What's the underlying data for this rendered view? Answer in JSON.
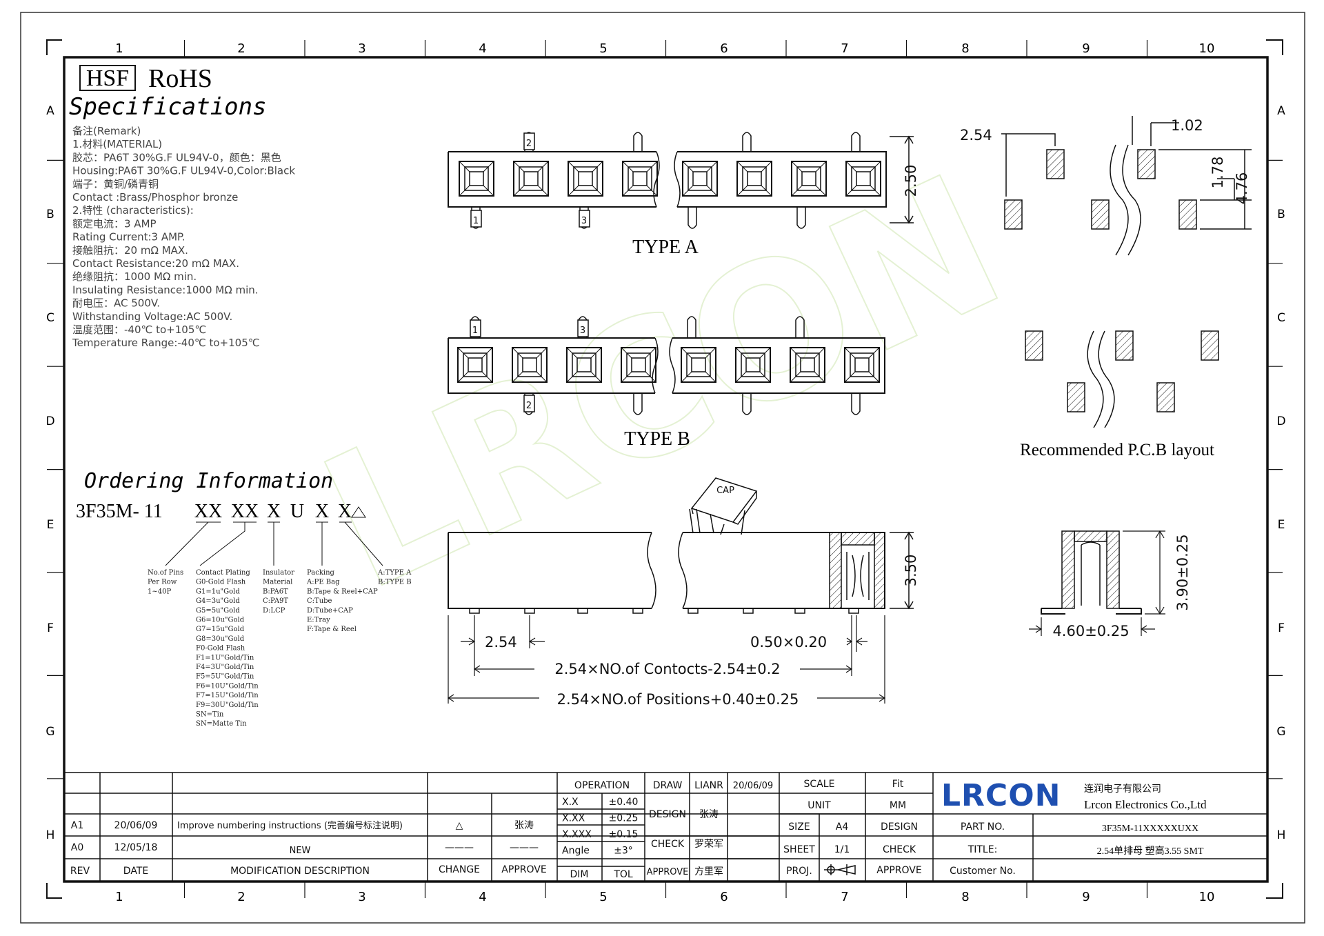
{
  "grid": {
    "cols": [
      "1",
      "2",
      "3",
      "4",
      "5",
      "6",
      "7",
      "8",
      "9",
      "10"
    ],
    "rows": [
      "A",
      "B",
      "C",
      "D",
      "E",
      "F",
      "G",
      "H"
    ]
  },
  "header": {
    "hsf": "HSF",
    "rohs": "RoHS",
    "specifications": "Specifications"
  },
  "specs": [
    "备注(Remark)",
    "1.材料(MATERIAL)",
    "胶芯：PA6T 30%G.F UL94V-0，颜色：黑色",
    "Housing:PA6T 30%G.F UL94V-0,Color:Black",
    "端子：黄铜/磷青铜",
    "Contact :Brass/Phosphor bronze",
    "2.特性 (characteristics):",
    "额定电流：3 AMP",
    "Rating Current:3 AMP.",
    "接触阻抗：20 mΩ MAX.",
    "Contact Resistance:20 mΩ MAX.",
    "绝缘阻抗：1000 MΩ min.",
    "Insulating Resistance:1000 MΩ  min.",
    "耐电压：AC 500V.",
    "Withstanding Voltage:AC 500V.",
    "温度范围：-40℃ to+105℃",
    "Temperature Range:-40℃ to+105℃"
  ],
  "type_a": {
    "label": "TYPE A",
    "dim_height": "2.50",
    "pins": [
      "2",
      "1",
      "3"
    ]
  },
  "type_b": {
    "label": "TYPE B",
    "pins": [
      "1",
      "3",
      "2"
    ]
  },
  "pcb": {
    "title": "Recommended P.C.B layout",
    "dim_pitch": "2.54",
    "dim_pad_w": "1.02",
    "dim_pad_h": "1.78",
    "dim_span": "4.76"
  },
  "side": {
    "cap": "CAP",
    "dim_height": "3.50",
    "dim_pitch": "2.54",
    "dim_pin": "0.50×0.20",
    "dim_contacts": "2.54×NO.of Contocts-2.54±0.2",
    "dim_positions": "2.54×NO.of Positions+0.40±0.25"
  },
  "end_view": {
    "dim_height": "3.90±0.25",
    "dim_width": "4.60±0.25"
  },
  "ordering": {
    "title": "Ordering Information",
    "code_prefix": "3F35M- 11",
    "seg1": "XX",
    "seg2": "XX",
    "seg3": "X",
    "seg4": "U",
    "seg5": "X",
    "seg6": "X",
    "legend_pins": [
      "No.of Pins",
      "Per Row",
      "1~40P"
    ],
    "legend_plating": [
      "Contact Plating",
      "G0-Gold Flash",
      "G1=1u\"Gold",
      "G4=3u\"Gold",
      "G5=5u\"Gold",
      "G6=10u\"Gold",
      "G7=15u\"Gold",
      "G8=30u\"Gold",
      "F0-Gold Flash",
      "F1=1U\"Gold/Tin",
      "F4=3U\"Gold/Tin",
      "F5=5U\"Gold/Tin",
      "F6=10U\"Gold/Tin",
      "F7=15U\"Gold/Tin",
      "F9=30U\"Gold/Tin",
      "SN=Tin",
      "SN=Matte Tin"
    ],
    "legend_insulator": [
      "Insulator",
      "Material",
      "B:PA6T",
      "C:PA9T",
      "D:LCP"
    ],
    "legend_packing": [
      "Packing",
      "A:PE Bag",
      "B:Tape & Reel+CAP",
      "C:Tube",
      "D:Tube+CAP",
      "E:Tray",
      "F:Tape & Reel"
    ],
    "legend_type": [
      "A:TYPE A",
      "B:TYPE B"
    ]
  },
  "titleblock": {
    "rev_rows": [
      {
        "rev": "A1",
        "date": "20/06/09",
        "desc": "Improve numbering instructions (完善编号标注说明)",
        "change": "△",
        "approve": "张涛"
      },
      {
        "rev": "A0",
        "date": "12/05/18",
        "desc": "NEW",
        "change": "———",
        "approve": "———"
      }
    ],
    "col_rev": "REV",
    "col_date": "DATE",
    "col_desc": "MODIFICATION DESCRIPTION",
    "col_change": "CHANGE",
    "col_approve": "APPROVE",
    "operation": "OPERATION",
    "tol_rows": [
      {
        "k": "X.X",
        "v": "±0.40"
      },
      {
        "k": "X.XX",
        "v": "±0.25"
      },
      {
        "k": "X.XXX",
        "v": "±0.15"
      },
      {
        "k": "Angle",
        "v": "±3°"
      }
    ],
    "dim": "DIM",
    "tol": "TOL",
    "draw": "DRAW",
    "draw_name": "LIANR",
    "draw_date": "20/06/09",
    "design": "DESIGN",
    "design_name": "张涛",
    "check": "CHECK",
    "check_name": "罗荣军",
    "approve": "APPROVE",
    "approve_name": "方里军",
    "scale": "SCALE",
    "scale_val": "Fit",
    "unit": "UNIT",
    "unit_val": "MM",
    "size": "SIZE",
    "size_val": "A4",
    "design2": "DESIGN",
    "sheet": "SHEET",
    "sheet_val": "1/1",
    "check2": "CHECK",
    "proj": "PROJ.",
    "approve2": "APPROVE",
    "logo": "LRCON",
    "company_cn": "连润电子有限公司",
    "company_en": "Lrcon Electronics Co.,Ltd",
    "part_no_label": "PART NO.",
    "part_no": "3F35M-11XXXXXUXX",
    "title_label": "TITLE:",
    "title_val": "2.54单排母 塑高3.55  SMT",
    "customer_label": "Customer No.",
    "customer_val": ""
  },
  "watermark": "LRCON"
}
